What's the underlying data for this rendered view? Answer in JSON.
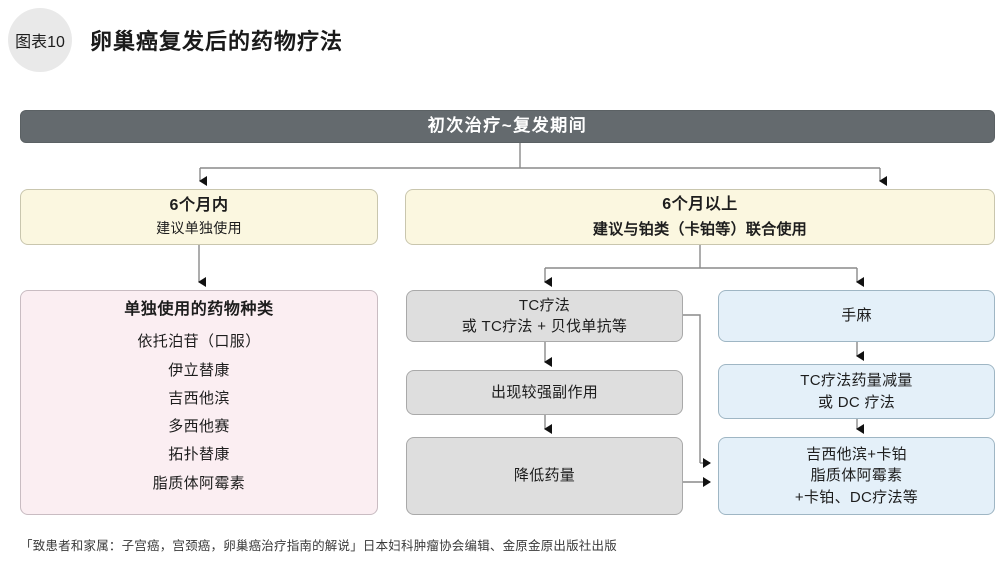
{
  "header": {
    "badge": "图表10",
    "title": "卵巢癌复发后的药物疗法"
  },
  "flow": {
    "root": {
      "label": "初次治疗~复发期间"
    },
    "branch_left": {
      "title": "6个月内",
      "subtitle": "建议单独使用"
    },
    "branch_right": {
      "title": "6个月以上",
      "subtitle": "建议与铂类（卡铂等）联合使用"
    },
    "monotherapy": {
      "heading": "单独使用的药物种类",
      "items": [
        "依托泊苷（口服）",
        "伊立替康",
        "吉西他滨",
        "多西他赛",
        "拓扑替康",
        "脂质体阿霉素"
      ]
    },
    "grey_column": [
      {
        "line1": "TC疗法",
        "line2": "或 TC疗法 + 贝伐单抗等"
      },
      {
        "line1": "出现较强副作用",
        "line2": ""
      },
      {
        "line1": "降低药量",
        "line2": ""
      }
    ],
    "blue_column": [
      {
        "line1": "手麻",
        "line2": "",
        "line3": ""
      },
      {
        "line1": "TC疗法药量减量",
        "line2": "或 DC 疗法",
        "line3": ""
      },
      {
        "line1": "吉西他滨+卡铂",
        "line2": "脂质体阿霉素",
        "line3": "+卡铂、DC疗法等"
      }
    ]
  },
  "footnote": "「致患者和家属：子宫癌，宫颈癌，卵巢癌治疗指南的解说」日本妇科肿瘤协会编辑、金原金原出版社出版",
  "colors": {
    "root_bar": "#646a6e",
    "branch_yellow": "#fbf7e0",
    "monotherapy_pink": "#fbeef2",
    "grey_box": "#dedede",
    "blue_box": "#e4f0f9",
    "connector": "#808080",
    "badge_circle": "#e9e9e9"
  }
}
